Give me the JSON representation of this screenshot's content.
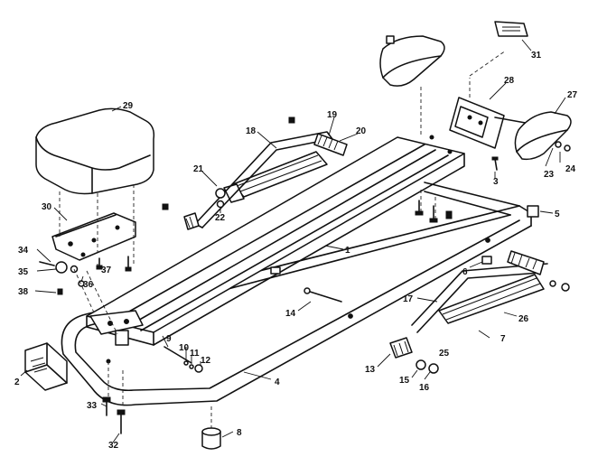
{
  "callouts": {
    "p1": "1",
    "p2": "2",
    "p3": "3",
    "p4": "4",
    "p5": "5",
    "p6a": "6",
    "p6b": "6",
    "p7": "7",
    "p8": "8",
    "p9": "9",
    "p10": "10",
    "p11": "11",
    "p12": "12",
    "p13": "13",
    "p14": "14",
    "p15": "15",
    "p16": "16",
    "p17": "17",
    "p18": "18",
    "p19": "19",
    "p20": "20",
    "p21": "21",
    "p22": "22",
    "p23": "23",
    "p24": "24",
    "p25": "25",
    "p26": "26",
    "p27": "27",
    "p28": "28",
    "p29": "29",
    "p30": "30",
    "p31": "31",
    "p32": "32",
    "p33": "33",
    "p34": "34",
    "p35": "35",
    "p36": "36",
    "p37": "37",
    "p38": "38"
  }
}
